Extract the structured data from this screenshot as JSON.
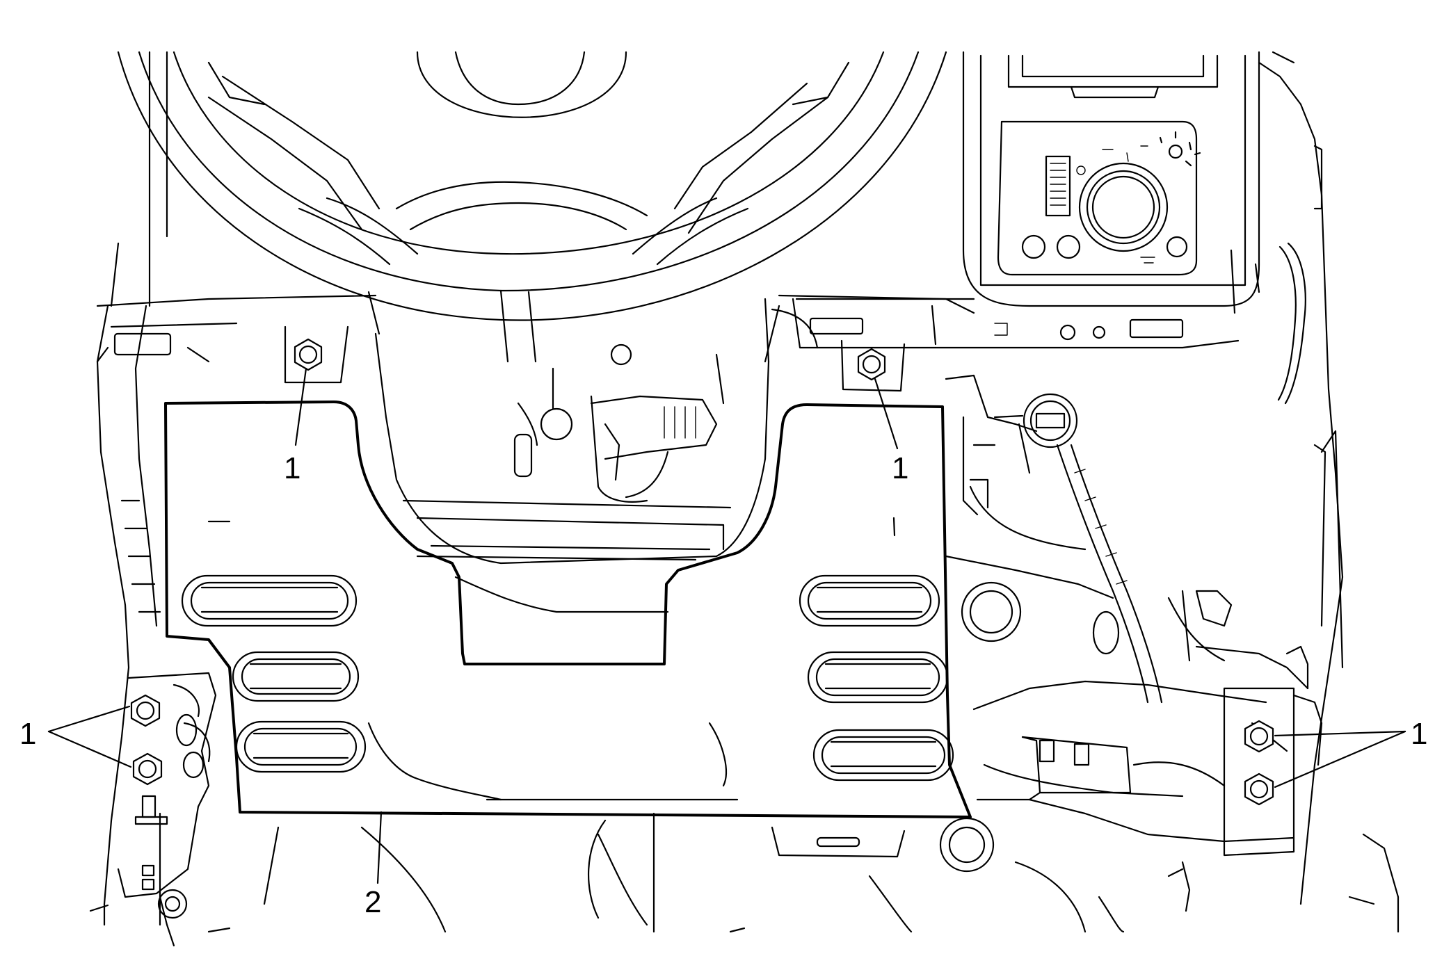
{
  "callouts": {
    "nut_top_left": "1",
    "nut_top_right": "1",
    "nuts_left_pair": "1",
    "nuts_right_pair": "1",
    "cover_panel": "2"
  }
}
